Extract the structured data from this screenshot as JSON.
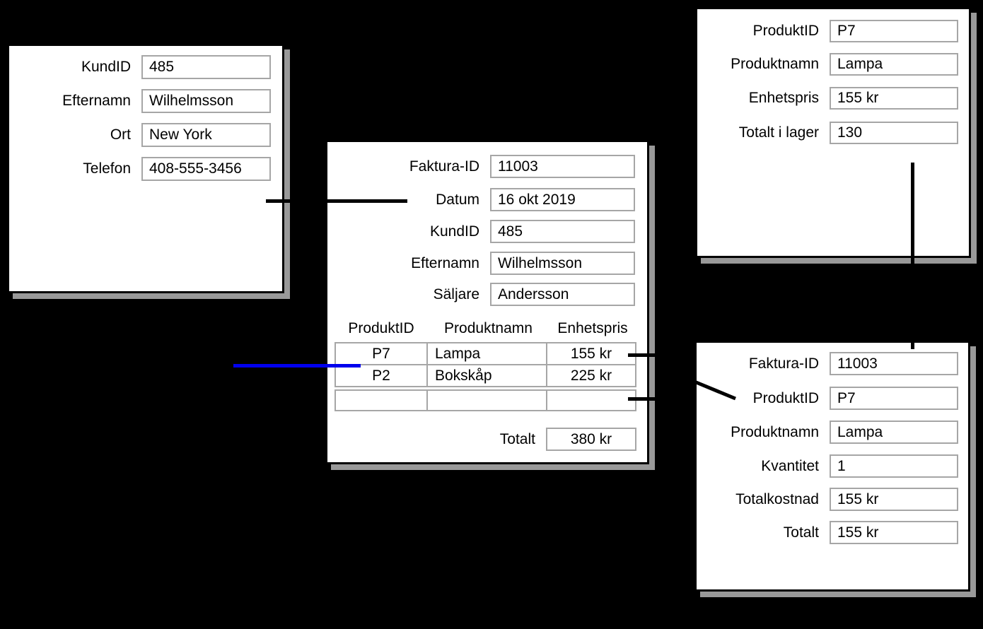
{
  "colors": {
    "background": "#000000",
    "card_background": "#ffffff",
    "card_border": "#000000",
    "card_shadow": "#999999",
    "field_border": "#a6a6a6",
    "connector_black": "#000000",
    "connector_blue": "#0000ee"
  },
  "cards": {
    "customer": {
      "fields": [
        {
          "label": "KundID",
          "value": "485"
        },
        {
          "label": "Efternamn",
          "value": "Wilhelmsson"
        },
        {
          "label": "Ort",
          "value": "New York"
        },
        {
          "label": "Telefon",
          "value": "408-555-3456"
        }
      ]
    },
    "invoice": {
      "fields": [
        {
          "label": "Faktura-ID",
          "value": "11003"
        },
        {
          "label": "Datum",
          "value": "16 okt 2019"
        },
        {
          "label": "KundID",
          "value": "485"
        },
        {
          "label": "Efternamn",
          "value": "Wilhelmsson"
        },
        {
          "label": "Säljare",
          "value": "Andersson"
        }
      ],
      "line_items": {
        "headers": [
          "ProduktID",
          "Produktnamn",
          "Enhetspris"
        ],
        "rows": [
          {
            "produkt_id": "P7",
            "produktnamn": "Lampa",
            "enhetspris": "155 kr"
          },
          {
            "produkt_id": "P2",
            "produktnamn": "Bokskåp",
            "enhetspris": "225 kr"
          },
          {
            "produkt_id": "",
            "produktnamn": "",
            "enhetspris": ""
          }
        ]
      },
      "total": {
        "label": "Totalt",
        "value": "380 kr"
      }
    },
    "product": {
      "fields": [
        {
          "label": "ProduktID",
          "value": "P7"
        },
        {
          "label": "Produktnamn",
          "value": "Lampa"
        },
        {
          "label": "Enhetspris",
          "value": "155 kr"
        },
        {
          "label": "Totalt i lager",
          "value": "130"
        }
      ]
    },
    "invoice_line": {
      "fields": [
        {
          "label": "Faktura-ID",
          "value": "11003"
        },
        {
          "label": "ProduktID",
          "value": "P7"
        },
        {
          "label": "Produktnamn",
          "value": "Lampa"
        },
        {
          "label": "Kvantitet",
          "value": "1"
        },
        {
          "label": "Totalkostnad",
          "value": "155 kr"
        },
        {
          "label": "Totalt",
          "value": "155 kr"
        }
      ]
    }
  }
}
